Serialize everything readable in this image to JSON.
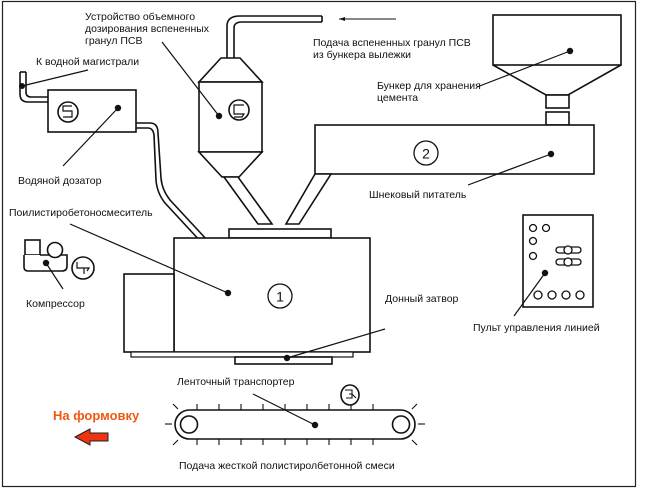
{
  "title": "Технологическая схема линии производства полистиролбетона",
  "colors": {
    "line": "#111111",
    "accent_text": "#ee5a10",
    "arrow_fill": "#ee3311",
    "background": "#ffffff"
  },
  "labels": {
    "dosing_device": "Устройство объемного дозирования вспененных гранул ПСВ",
    "dosing_device_lines": [
      "Устройство объемного",
      "дозирования вспененных",
      "гранул ПСВ"
    ],
    "feed_granules_lines": [
      "Подача вспененных гранул ПСВ",
      "из бункера вылежки"
    ],
    "water_main": "К водной магистрали",
    "cement_bunker_lines": [
      "Бункер для хранения",
      "цемента"
    ],
    "water_doser": "Водяной дозатор",
    "screw_feeder": "Шнековый питатель",
    "mixer": "Поилистиробетоносмеситель",
    "compressor": "Компрессор",
    "bottom_gate": "Донный затвор",
    "control_panel": "Пульт управления линией",
    "belt_conveyor": "Ленточный транспортер",
    "to_molding": "На формовку",
    "feed_mix": "Подача жесткой полистиролбетонной смеси"
  },
  "markers": {
    "mixer_number": "1",
    "screw_feeder_number": "2"
  },
  "icons": {
    "water_doser_symbol": "meter-symbol-icon",
    "dosing_device_symbol": "doser-symbol-icon",
    "compressor_symbol": "pump-symbol-icon",
    "conveyor_symbol": "motor-symbol-icon",
    "to_molding_arrow": "arrow-left-icon",
    "flow_arrow": "arrow-left-icon"
  }
}
